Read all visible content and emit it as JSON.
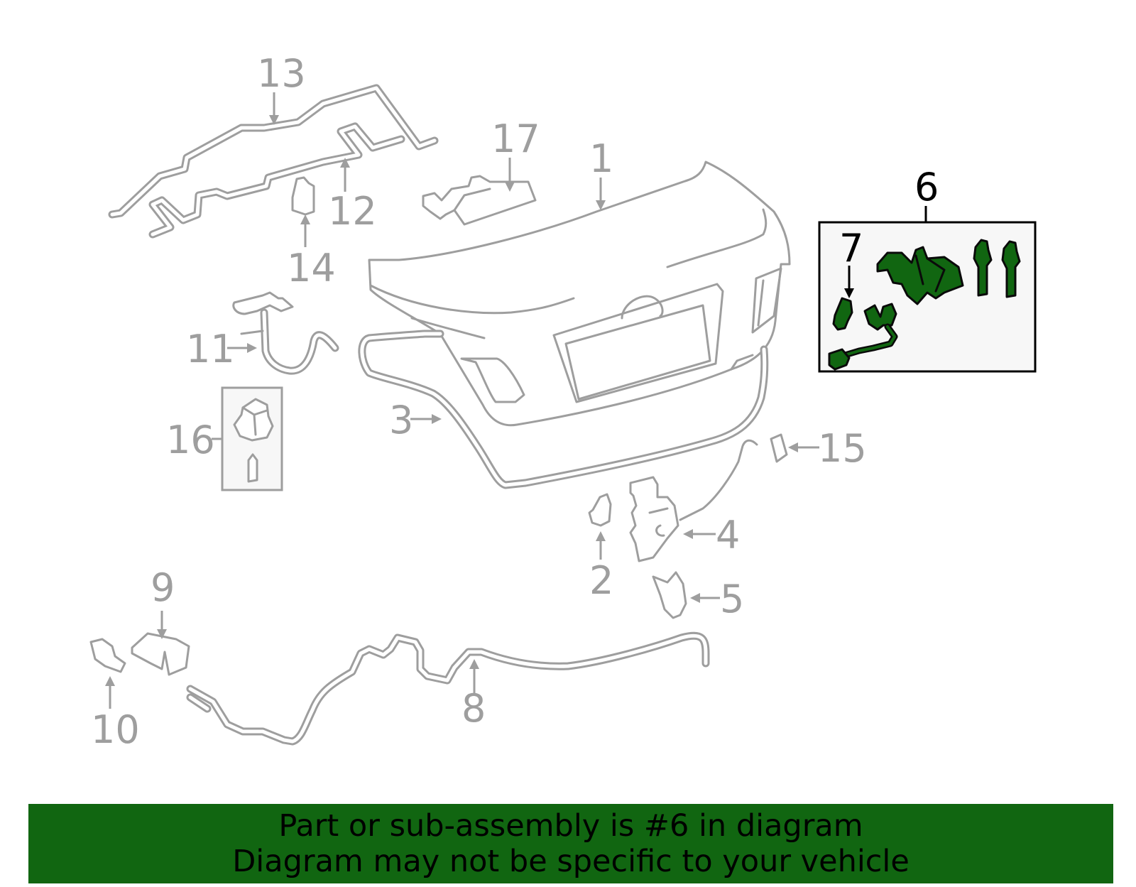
{
  "colors": {
    "accent": "#116611",
    "line_art": "#9e9e9e",
    "highlight_label": "#000000",
    "box_fill": "#f7f7f7"
  },
  "callouts": {
    "c1": "1",
    "c2": "2",
    "c3": "3",
    "c4": "4",
    "c5": "5",
    "c6": "6",
    "c7": "7",
    "c8": "8",
    "c9": "9",
    "c10": "10",
    "c11": "11",
    "c12": "12",
    "c13": "13",
    "c14": "14",
    "c15": "15",
    "c16": "16",
    "c17": "17"
  },
  "highlighted_part": "6",
  "banner": {
    "line1": "Part or sub-assembly is #6 in diagram",
    "line2": "Diagram may not be specific to your vehicle"
  }
}
